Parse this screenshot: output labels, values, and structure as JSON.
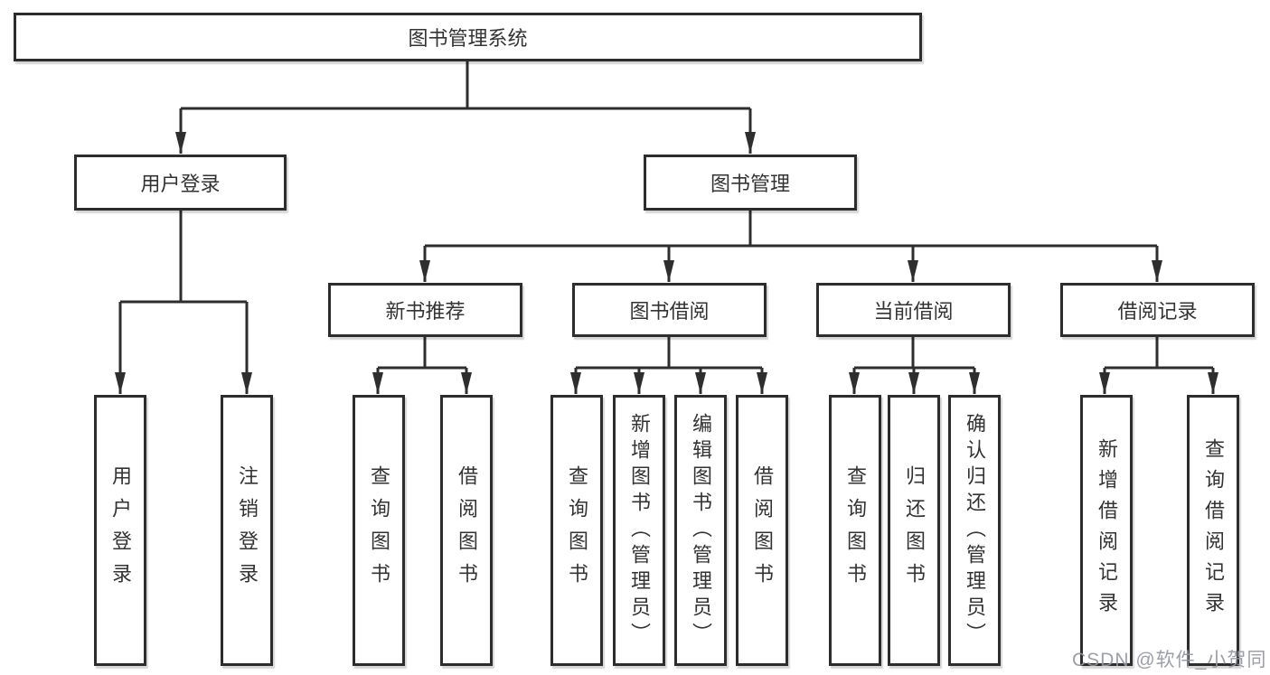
{
  "diagram": {
    "root": {
      "label": "图书管理系统",
      "children": [
        {
          "label": "用户登录",
          "children": [
            {
              "label": "用户登录"
            },
            {
              "label": "注销登录"
            }
          ]
        },
        {
          "label": "图书管理",
          "children": [
            {
              "label": "新书推荐",
              "children": [
                {
                  "label": "查询图书"
                },
                {
                  "label": "借阅图书"
                }
              ]
            },
            {
              "label": "图书借阅",
              "children": [
                {
                  "label": "查询图书"
                },
                {
                  "label": "新增图书（管理员）"
                },
                {
                  "label": "编辑图书（管理员）"
                },
                {
                  "label": "借阅图书"
                }
              ]
            },
            {
              "label": "当前借阅",
              "children": [
                {
                  "label": "查询图书"
                },
                {
                  "label": "归还图书"
                },
                {
                  "label": "确认归还（管理员）"
                }
              ]
            },
            {
              "label": "借阅记录",
              "children": [
                {
                  "label": "新增借阅记录"
                },
                {
                  "label": "查询借阅记录"
                }
              ]
            }
          ]
        }
      ]
    }
  },
  "watermark": {
    "text": "CSDN @软件_小贺同学"
  },
  "colors": {
    "line": "#2e2e2e",
    "box_border": "#2d2d2d",
    "box_fill": "#ffffff",
    "text": "#333333",
    "watermark": "#9496a2",
    "background": "#ffffff"
  }
}
